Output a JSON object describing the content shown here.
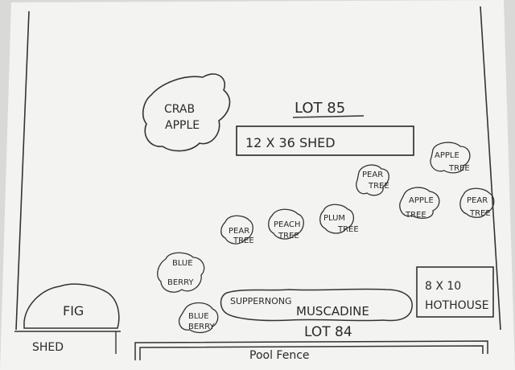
{
  "sketch": {
    "crab_apple": [
      "CRAB",
      "APPLE"
    ],
    "lot_top": "LOT 85",
    "shed_big": "12 X 36 SHED",
    "trees": [
      {
        "line1": "PEAR",
        "line2": "TREE"
      },
      {
        "line1": "APPLE",
        "line2": "TREE"
      },
      {
        "line1": "APPLE",
        "line2": "TREE"
      },
      {
        "line1": "PEAR",
        "line2": "TREE"
      },
      {
        "line1": "PLUM",
        "line2": "TREE"
      },
      {
        "line1": "PEACH",
        "line2": "TREE"
      },
      {
        "line1": "PEAR",
        "line2": "TREE"
      }
    ],
    "blueberry_top": [
      "BLUE",
      "BERRY"
    ],
    "blueberry_bottom": [
      "BLUE",
      "BERRY"
    ],
    "hothouse": [
      "8 X 10",
      "HOTHOUSE"
    ],
    "scuppernong": "SUPPERNONG",
    "muscadine": "MUSCADINE",
    "fig": "FIG",
    "shed_small": "SHED",
    "lot_bottom": "LOT 84",
    "pool_fence": "Pool Fence"
  }
}
